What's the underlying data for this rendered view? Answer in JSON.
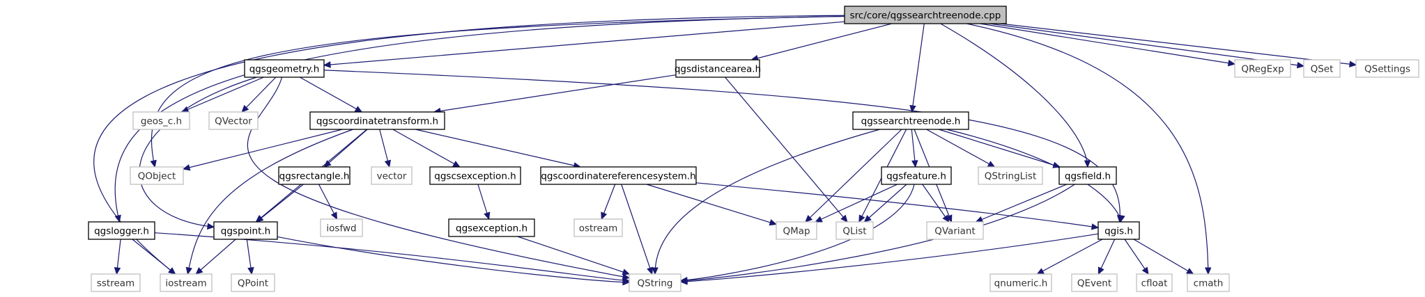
{
  "graph": {
    "colors": {
      "edge": "#191970",
      "root_fill": "#bfbfbf",
      "root_border": "#000000",
      "local_border": "#000000",
      "external_border": "#bfbfbf",
      "local_text": "#000000",
      "external_text": "#333333"
    },
    "nodes": [
      {
        "id": "root",
        "label": "src/core/qgssearchtreenode.cpp",
        "kind": "root"
      },
      {
        "id": "geometry",
        "label": "qgsgeometry.h",
        "kind": "local"
      },
      {
        "id": "distancearea",
        "label": "qgsdistancearea.h",
        "kind": "local"
      },
      {
        "id": "qregexp",
        "label": "QRegExp",
        "kind": "external"
      },
      {
        "id": "qset",
        "label": "QSet",
        "kind": "external"
      },
      {
        "id": "qsettings",
        "label": "QSettings",
        "kind": "external"
      },
      {
        "id": "geos_c",
        "label": "geos_c.h",
        "kind": "external"
      },
      {
        "id": "qvector",
        "label": "QVector",
        "kind": "external"
      },
      {
        "id": "coordtransform",
        "label": "qgscoordinatetransform.h",
        "kind": "local"
      },
      {
        "id": "searchtreenode_h",
        "label": "qgssearchtreenode.h",
        "kind": "local"
      },
      {
        "id": "qobject",
        "label": "QObject",
        "kind": "external"
      },
      {
        "id": "rectangle",
        "label": "qgsrectangle.h",
        "kind": "local"
      },
      {
        "id": "vector",
        "label": "vector",
        "kind": "external"
      },
      {
        "id": "csexception",
        "label": "qgscsexception.h",
        "kind": "local"
      },
      {
        "id": "crs",
        "label": "qgscoordinatereferencesystem.h",
        "kind": "local"
      },
      {
        "id": "feature",
        "label": "qgsfeature.h",
        "kind": "local"
      },
      {
        "id": "qstringlist",
        "label": "QStringList",
        "kind": "external"
      },
      {
        "id": "field",
        "label": "qgsfield.h",
        "kind": "local"
      },
      {
        "id": "iosfwd",
        "label": "iosfwd",
        "kind": "external"
      },
      {
        "id": "exception",
        "label": "qgsexception.h",
        "kind": "local"
      },
      {
        "id": "ostream",
        "label": "ostream",
        "kind": "external"
      },
      {
        "id": "logger",
        "label": "qgslogger.h",
        "kind": "local"
      },
      {
        "id": "point",
        "label": "qgspoint.h",
        "kind": "local"
      },
      {
        "id": "qmap",
        "label": "QMap",
        "kind": "external"
      },
      {
        "id": "qlist",
        "label": "QList",
        "kind": "external"
      },
      {
        "id": "qvariant",
        "label": "QVariant",
        "kind": "external"
      },
      {
        "id": "qgis",
        "label": "qgis.h",
        "kind": "local"
      },
      {
        "id": "sstream",
        "label": "sstream",
        "kind": "external"
      },
      {
        "id": "iostream",
        "label": "iostream",
        "kind": "external"
      },
      {
        "id": "qpoint",
        "label": "QPoint",
        "kind": "external"
      },
      {
        "id": "qstring",
        "label": "QString",
        "kind": "external"
      },
      {
        "id": "qnumeric",
        "label": "qnumeric.h",
        "kind": "external"
      },
      {
        "id": "qevent",
        "label": "QEvent",
        "kind": "external"
      },
      {
        "id": "cfloat",
        "label": "cfloat",
        "kind": "external"
      },
      {
        "id": "cmath",
        "label": "cmath",
        "kind": "external"
      }
    ],
    "edges": [
      [
        "root",
        "geometry"
      ],
      [
        "root",
        "distancearea"
      ],
      [
        "root",
        "searchtreenode_h"
      ],
      [
        "root",
        "field"
      ],
      [
        "root",
        "qregexp"
      ],
      [
        "root",
        "qset"
      ],
      [
        "root",
        "qsettings"
      ],
      [
        "root",
        "cmath"
      ],
      [
        "root",
        "qobject"
      ],
      [
        "root",
        "logger"
      ],
      [
        "root",
        "iostream"
      ],
      [
        "geometry",
        "coordtransform"
      ],
      [
        "geometry",
        "geos_c"
      ],
      [
        "geometry",
        "qvector"
      ],
      [
        "geometry",
        "qgis"
      ],
      [
        "geometry",
        "point"
      ],
      [
        "geometry",
        "qstring"
      ],
      [
        "distancearea",
        "coordtransform"
      ],
      [
        "distancearea",
        "qlist"
      ],
      [
        "coordtransform",
        "qobject"
      ],
      [
        "coordtransform",
        "rectangle"
      ],
      [
        "coordtransform",
        "vector"
      ],
      [
        "coordtransform",
        "csexception"
      ],
      [
        "coordtransform",
        "crs"
      ],
      [
        "coordtransform",
        "point"
      ],
      [
        "coordtransform",
        "iostream"
      ],
      [
        "rectangle",
        "point"
      ],
      [
        "rectangle",
        "iosfwd"
      ],
      [
        "csexception",
        "exception"
      ],
      [
        "exception",
        "qstring"
      ],
      [
        "crs",
        "ostream"
      ],
      [
        "crs",
        "qstring"
      ],
      [
        "crs",
        "qmap"
      ],
      [
        "crs",
        "qgis"
      ],
      [
        "searchtreenode_h",
        "feature"
      ],
      [
        "searchtreenode_h",
        "qstringlist"
      ],
      [
        "searchtreenode_h",
        "field"
      ],
      [
        "searchtreenode_h",
        "qgis"
      ],
      [
        "searchtreenode_h",
        "qmap"
      ],
      [
        "searchtreenode_h",
        "qlist"
      ],
      [
        "searchtreenode_h",
        "qvariant"
      ],
      [
        "searchtreenode_h",
        "qstring"
      ],
      [
        "feature",
        "qmap"
      ],
      [
        "feature",
        "qlist"
      ],
      [
        "feature",
        "qvariant"
      ],
      [
        "feature",
        "qstring"
      ],
      [
        "field",
        "qvariant"
      ],
      [
        "field",
        "qstring"
      ],
      [
        "logger",
        "sstream"
      ],
      [
        "logger",
        "iostream"
      ],
      [
        "logger",
        "qstring"
      ],
      [
        "point",
        "iostream"
      ],
      [
        "point",
        "qpoint"
      ],
      [
        "point",
        "qstring"
      ],
      [
        "qgis",
        "qstring"
      ],
      [
        "qgis",
        "qnumeric"
      ],
      [
        "qgis",
        "qevent"
      ],
      [
        "qgis",
        "cfloat"
      ],
      [
        "qgis",
        "cmath"
      ]
    ]
  }
}
